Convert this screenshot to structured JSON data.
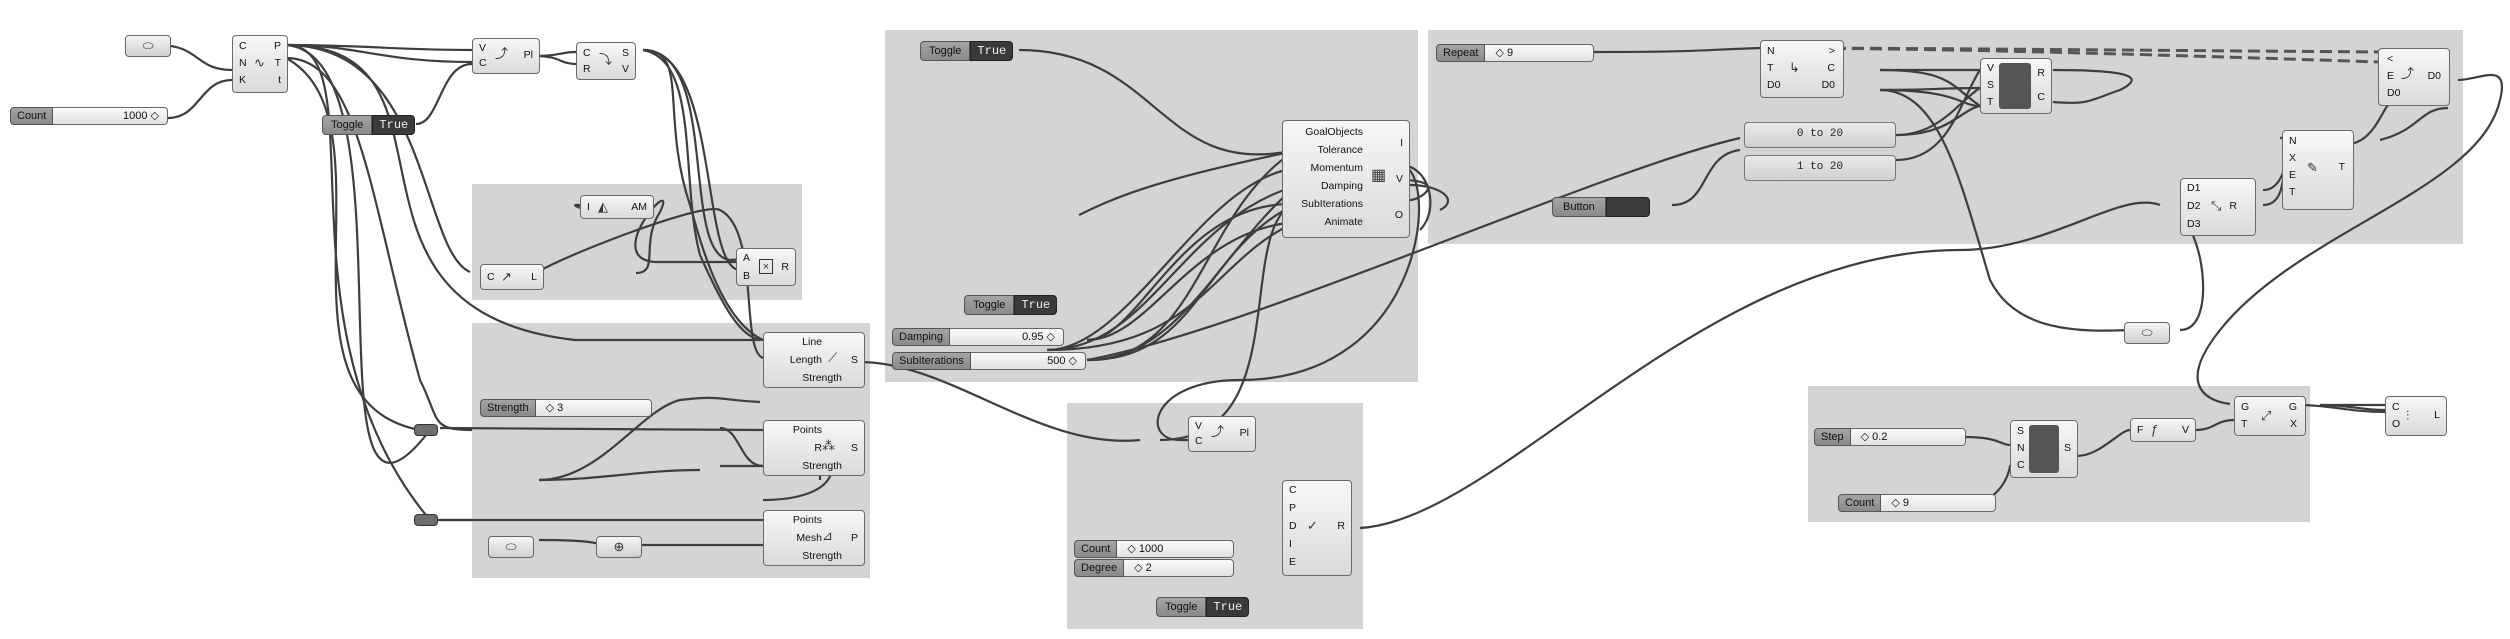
{
  "sliders": {
    "count_top": {
      "name": "Count",
      "value": "1000 ◇"
    },
    "repeat": {
      "name": "Repeat",
      "value": "◇ 9"
    },
    "strength": {
      "name": "Strength",
      "value": "◇ 3"
    },
    "damping": {
      "name": "Damping",
      "value": "0.95 ◇"
    },
    "subiterations": {
      "name": "SubIterations",
      "value": "500 ◇"
    },
    "count_mid": {
      "name": "Count",
      "value": "◇ 1000"
    },
    "degree": {
      "name": "Degree",
      "value": "◇ 2"
    },
    "step": {
      "name": "Step",
      "value": "◇ 0.2"
    },
    "count_right": {
      "name": "Count",
      "value": "◇ 9"
    }
  },
  "toggles": {
    "t1": {
      "name": "Toggle",
      "state": "True"
    },
    "t2": {
      "name": "Toggle",
      "state": "True"
    },
    "t3": {
      "name": "Toggle",
      "state": "True"
    },
    "t4": {
      "name": "Toggle",
      "state": "True"
    }
  },
  "button": {
    "name": "Button"
  },
  "panels": {
    "p1": "0 to 20",
    "p2": "1 to 20"
  },
  "components": {
    "divide": {
      "inputs": [
        "C",
        "N",
        "K"
      ],
      "outputs": [
        "P",
        "T",
        "t"
      ]
    },
    "polyline_top": {
      "inputs": [
        "V",
        "C"
      ],
      "outputs": [
        "Pl"
      ]
    },
    "shatter": {
      "inputs": [
        "C",
        "R"
      ],
      "outputs": [
        "S",
        "V"
      ]
    },
    "amplitude": {
      "inputs": [
        "I"
      ],
      "outputs": [
        "AM"
      ]
    },
    "length": {
      "inputs": [
        "C"
      ],
      "outputs": [
        "L"
      ]
    },
    "multiply": {
      "inputs": [
        "A",
        "B"
      ],
      "outputs": [
        "R"
      ]
    },
    "goal_length": {
      "inputs": [
        "Line",
        "Length",
        "Strength"
      ],
      "outputs": [
        "S"
      ]
    },
    "goal_points": {
      "inputs": [
        "Points",
        "R",
        "Strength"
      ],
      "outputs": [
        "S"
      ]
    },
    "goal_mesh": {
      "inputs": [
        "Points",
        "Mesh",
        "Strength"
      ],
      "outputs": [
        "P"
      ]
    },
    "solver": {
      "inputs": [
        "GoalObjects",
        "Tolerance",
        "Momentum",
        "Damping",
        "SubIterations",
        "Animate"
      ],
      "outputs": [
        "I",
        "V",
        "O"
      ]
    },
    "polyline_mid": {
      "inputs": [
        "V",
        "C"
      ],
      "outputs": [
        "Pl"
      ]
    },
    "nurbs": {
      "inputs": [
        "C",
        "P",
        "D",
        "I",
        "E"
      ],
      "outputs": [
        "R"
      ]
    },
    "counter": {
      "inputs": [
        "N",
        "T",
        "D0"
      ],
      "outputs": [
        ">",
        "C",
        "D0"
      ]
    },
    "series_sel": {
      "inputs": [
        "V",
        "S",
        "T"
      ],
      "outputs": [
        "R",
        "C"
      ]
    },
    "data_out": {
      "inputs": [
        "<",
        "E",
        "D0"
      ],
      "outputs": [
        "D0"
      ]
    },
    "tree": {
      "inputs": [
        "D1",
        "D2",
        "D3"
      ],
      "outputs": [
        "R"
      ]
    },
    "stream": {
      "inputs": [
        "N",
        "X",
        "E",
        "T"
      ],
      "outputs": [
        "T"
      ]
    },
    "series": {
      "inputs": [
        "S",
        "N",
        "C"
      ],
      "outputs": [
        "S"
      ]
    },
    "fx": {
      "inputs": [
        "F"
      ],
      "outputs": [
        "V"
      ]
    },
    "graph": {
      "inputs": [
        "G",
        "T"
      ],
      "outputs": [
        "G",
        "X"
      ]
    },
    "list": {
      "inputs": [
        "C",
        "O"
      ],
      "outputs": [
        "L"
      ]
    }
  },
  "icons": {
    "polyline": "polyline-icon",
    "shatter": "shatter-icon",
    "amplitude": "amplitude-icon",
    "length": "length-icon",
    "multiply": "multiply-icon",
    "goal_length": "spring-icon",
    "goal_points": "anchor-points-icon",
    "goal_mesh": "on-mesh-icon",
    "solver": "kangaroo-solver-icon",
    "nurbs": "nurbs-curve-icon",
    "counter": "counter-icon",
    "series_sel": "timer-icon",
    "data_out": "data-output-icon",
    "tree": "tree-branch-icon",
    "stream": "stream-filter-icon",
    "series": "series-icon",
    "fx": "expression-icon",
    "graph": "graph-mapper-icon",
    "list": "list-icon"
  },
  "colors": {
    "canvas": "#ffffff",
    "group": "#d4d4d4",
    "wire": "#3e3e3e",
    "toggle_state": "#3a3a3a"
  }
}
